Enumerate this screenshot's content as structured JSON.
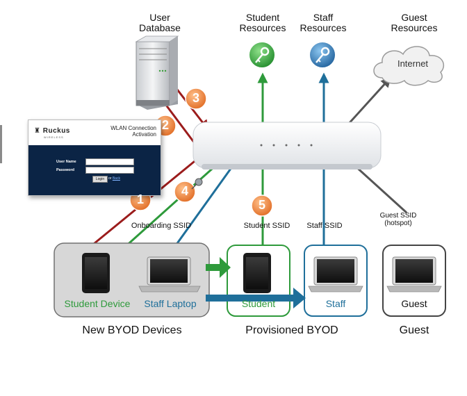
{
  "top_labels": {
    "user_database": [
      "User",
      "Database"
    ],
    "student_resources": [
      "Student",
      "Resources"
    ],
    "staff_resources": [
      "Staff",
      "Resources"
    ],
    "guest_resources": [
      "Guest",
      "Resources"
    ]
  },
  "cloud_label": "Internet",
  "login_panel": {
    "brand": "Ruckus",
    "brand_sub": "WIRELESS",
    "caption_line1": "WLAN Connection",
    "caption_line2": "Activation",
    "username_label": "User Name",
    "password_label": "Password",
    "login_button": "Login",
    "alt_prefix": "or",
    "alt_link": "Back"
  },
  "steps": [
    "1",
    "2",
    "3",
    "4",
    "5"
  ],
  "ssid_labels": {
    "onboarding": "Onboarding SSID",
    "student": "Student SSID",
    "staff": "Staff SSID",
    "guest_line1": "Guest SSID",
    "guest_line2": "(hotspot)"
  },
  "device_labels": {
    "student_device": "Student Device",
    "staff_laptop": "Staff Laptop",
    "student": "Student",
    "staff": "Staff",
    "guest": "Guest"
  },
  "group_labels": {
    "new_byod": "New BYOD Devices",
    "provisioned": "Provisioned BYOD",
    "guest": "Guest"
  },
  "colors": {
    "student_green": "#2e9a3b",
    "staff_blue": "#1f6f9a",
    "guest_gray": "#555555",
    "database_red": "#9b1c1c",
    "step_orange": "#e8742a"
  }
}
